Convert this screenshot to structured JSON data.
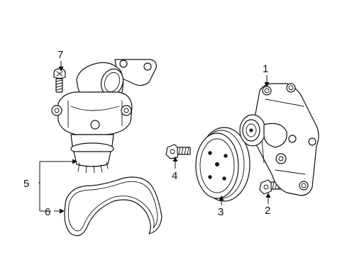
{
  "diagram": {
    "callouts": [
      {
        "id": "1",
        "label": "1"
      },
      {
        "id": "2",
        "label": "2"
      },
      {
        "id": "3",
        "label": "3"
      },
      {
        "id": "4",
        "label": "4"
      },
      {
        "id": "5",
        "label": "5"
      },
      {
        "id": "6",
        "label": "6"
      },
      {
        "id": "7",
        "label": "7"
      }
    ],
    "parts": [
      {
        "callout": "1",
        "icon": "water-pump-housing-icon"
      },
      {
        "callout": "2",
        "icon": "bolt-icon"
      },
      {
        "callout": "3",
        "icon": "pulley-icon"
      },
      {
        "callout": "4",
        "icon": "bolt-icon"
      },
      {
        "callout": "5",
        "icon": "thermostat-housing-assembly-icon"
      },
      {
        "callout": "6",
        "icon": "gasket-icon"
      },
      {
        "callout": "7",
        "icon": "screw-icon"
      }
    ]
  }
}
